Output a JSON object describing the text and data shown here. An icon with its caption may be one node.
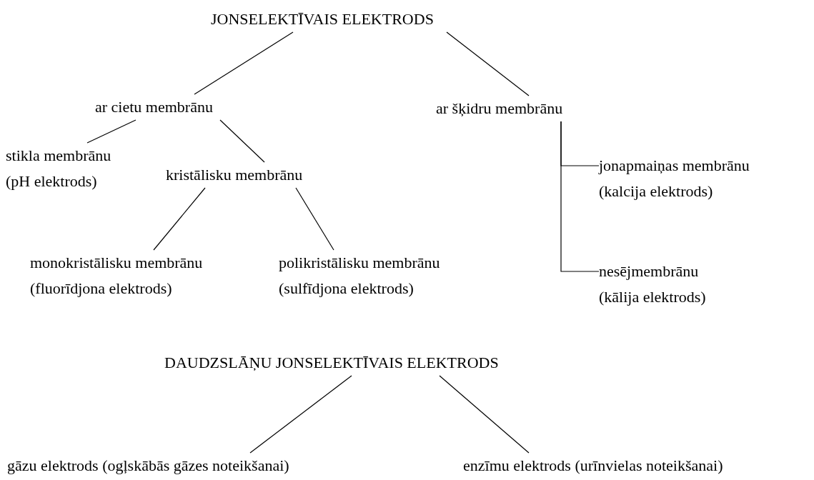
{
  "diagram": {
    "nodes": [
      {
        "text": [
          "JONSELEKTĪVAIS ELEKTRODS"
        ]
      },
      {
        "text": [
          "ar cietu membrānu"
        ]
      },
      {
        "text": [
          "ar šķidru membrānu"
        ]
      },
      {
        "text": [
          "stikla membrānu",
          "(pH elektrods)"
        ]
      },
      {
        "text": [
          "kristālisku membrānu"
        ]
      },
      {
        "text": [
          "monokristālisku membrānu",
          "(fluorīdjona elektrods)"
        ]
      },
      {
        "text": [
          "polikristālisku membrānu",
          "(sulfīdjona elektrods)"
        ]
      },
      {
        "text": [
          "jonapmaiņas membrānu",
          "(kalcija elektrods)"
        ]
      },
      {
        "text": [
          "nesējmembrānu",
          "(kālija elektrods)"
        ]
      },
      {
        "text": [
          "DAUDZSLĀŅU JONSELEKTĪVAIS ELEKTRODS"
        ]
      },
      {
        "text": [
          "gāzu elektrods (ogļskābās gāzes noteikšanai)"
        ]
      },
      {
        "text": [
          "enzīmu elektrods (urīnvielas noteikšanai)"
        ]
      }
    ],
    "edges": [
      {
        "from": 0,
        "to": 1,
        "arrow": "none"
      },
      {
        "from": 0,
        "to": 2,
        "arrow": "none"
      },
      {
        "from": 1,
        "to": 3,
        "arrow": "none"
      },
      {
        "from": 1,
        "to": 4,
        "arrow": "none"
      },
      {
        "from": 4,
        "to": 5,
        "arrow": "none"
      },
      {
        "from": 4,
        "to": 6,
        "arrow": "none"
      },
      {
        "from": 2,
        "to": 7,
        "arrow": "none"
      },
      {
        "from": 2,
        "to": 8,
        "arrow": "none"
      },
      {
        "from": 9,
        "to": 10,
        "arrow": "none"
      },
      {
        "from": 9,
        "to": 11,
        "arrow": "none"
      }
    ]
  }
}
